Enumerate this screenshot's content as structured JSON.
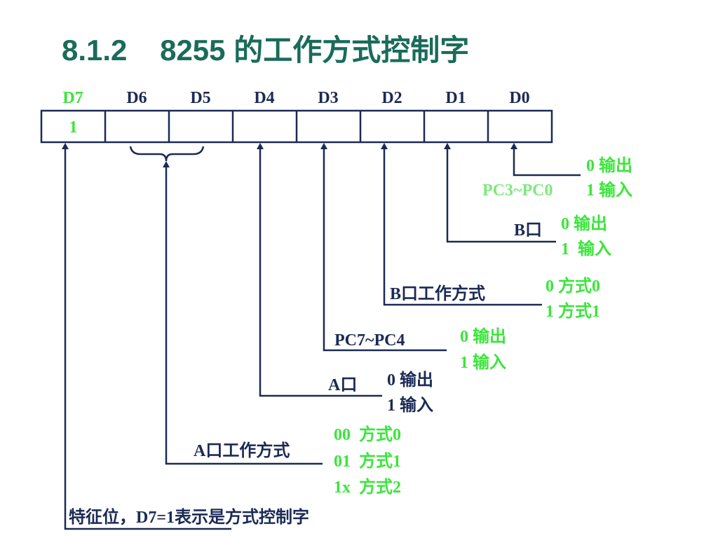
{
  "title": "8.1.2    8255 的工作方式控制字",
  "bits": {
    "labels": [
      "D7",
      "D6",
      "D5",
      "D4",
      "D3",
      "D2",
      "D1",
      "D0"
    ],
    "values": [
      "1",
      "",
      "",
      "",
      "",
      "",
      "",
      ""
    ]
  },
  "annotations": {
    "d0": {
      "name": "PC3~PC0",
      "opt0": "0 输出",
      "opt1": "1 输入"
    },
    "d1": {
      "name": "B口",
      "opt0": "0 输出",
      "opt1": "1  输入"
    },
    "d2": {
      "name": "B口工作方式",
      "opt0": "0 方式0",
      "opt1": "1 方式1"
    },
    "d3": {
      "name": "PC7~PC4",
      "opt0": "0 输出",
      "opt1": "1 输入"
    },
    "d4": {
      "name": "A口",
      "opt0": "0 输出",
      "opt1": "1 输入"
    },
    "d65": {
      "name": "A口工作方式",
      "opt00": "00  方式0",
      "opt01": "01  方式1",
      "opt1x": "1x  方式2"
    },
    "d7": {
      "name": "特征位，D7=1表示是方式控制字"
    }
  },
  "colors": {
    "title": "#1a6b5a",
    "lines": "#1b2a55",
    "green": "#39e639",
    "light_green": "#7ee87e"
  }
}
